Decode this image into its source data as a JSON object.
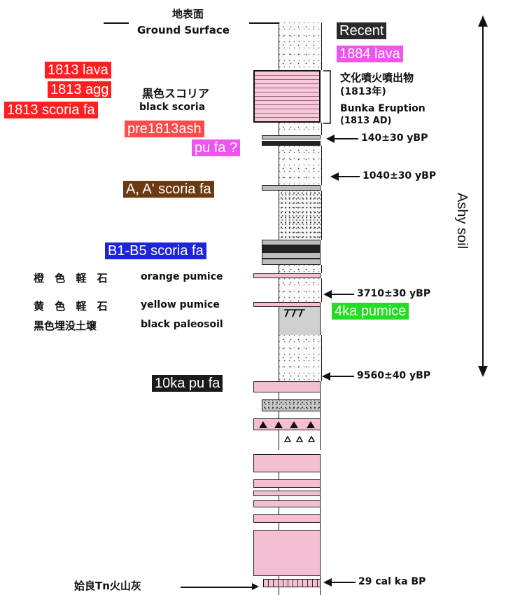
{
  "surface": {
    "ja": "地表面",
    "en": "Ground Surface"
  },
  "bunka": {
    "ja": "文化噴火噴出物",
    "ja_year": "(1813年)",
    "en": "Bunka Eruption",
    "en_year": "(1813 AD)"
  },
  "black_scoria": {
    "ja": "黒色スコリア",
    "en": "black scoria"
  },
  "orange_pumice": {
    "ja": "橙 色 軽 石",
    "en": "orange pumice"
  },
  "yellow_pumice": {
    "ja": "黄 色 軽 石",
    "en": "yellow pumice"
  },
  "black_paleosoil": {
    "ja": "黒色埋没土壌",
    "en": "black paleosoil"
  },
  "aira": {
    "ja": "姶良Tn火山灰"
  },
  "ashy_soil": "Ashy soil",
  "dates": {
    "d1": "140±30 yBP",
    "d2": "1040±30 yBP",
    "d3": "3710±30 yBP",
    "d4": "9560±40 yBP",
    "d5": "29 cal  ka BP"
  },
  "tags": {
    "recent": "Recent",
    "lava1884": "1884 lava",
    "lava1813": "1813 lava",
    "agg1813": "1813 agg",
    "scoria1813": "1813 scoria fa",
    "pre1813": "pre1813ash",
    "pufa": "pu fa ?",
    "aa": "A, A' scoria fa",
    "b1b5": "B1-B5 scoria fa",
    "ka4": "4ka pumice",
    "ka10": "10ka pu fa"
  },
  "colors": {
    "red": "#ff1f1f",
    "magenta": "#ee55ee",
    "brown": "#6b3a12",
    "blue": "#1e24d8",
    "green": "#22dd22",
    "black": "#1a1a1a",
    "pink": "#f5bfd3"
  }
}
